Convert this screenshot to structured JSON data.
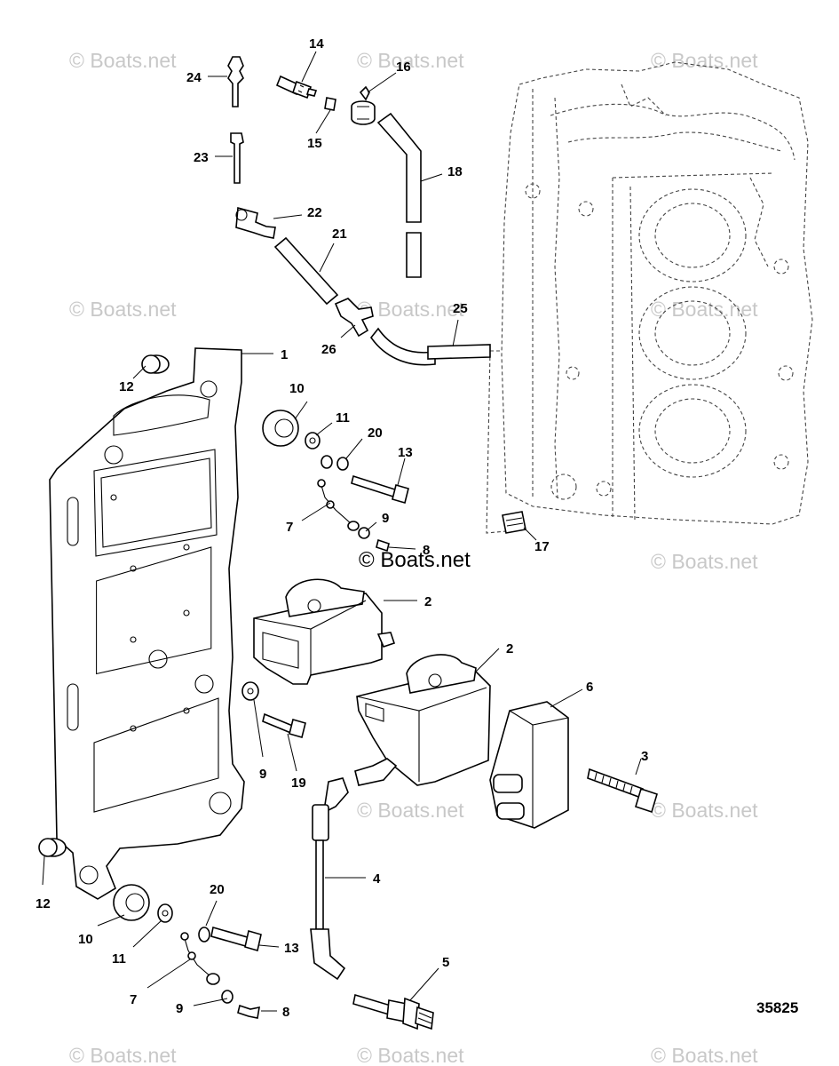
{
  "figure_id": "35825",
  "watermark": "© Boats.net",
  "watermark_main": "© Boats.net",
  "callouts": [
    "1",
    "2",
    "2",
    "3",
    "4",
    "5",
    "6",
    "7",
    "7",
    "8",
    "8",
    "9",
    "9",
    "10",
    "10",
    "11",
    "11",
    "12",
    "12",
    "13",
    "13",
    "14",
    "15",
    "16",
    "17",
    "18",
    "19",
    "20",
    "20",
    "21",
    "22",
    "23",
    "24",
    "25",
    "26",
    "9"
  ]
}
